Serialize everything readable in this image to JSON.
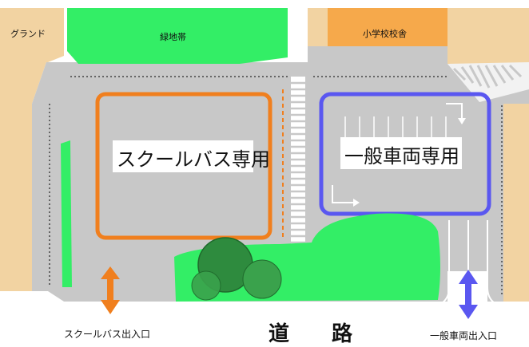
{
  "labels": {
    "ground": "グランド",
    "green_belt": "緑地帯",
    "school_building": "小学校校舎",
    "school_bus_only": "スクールバス専用",
    "general_vehicle_only": "一般車両専用",
    "school_bus_entrance": "スクールバス出入口",
    "road": "道 路",
    "general_vehicle_entrance": "一般車両出入口"
  },
  "colors": {
    "background": "#ffffff",
    "pavement": "#c8c8c8",
    "building_tan": "#f2d3a2",
    "green": "#33ee66",
    "orange": "#f07f1e",
    "school_orange": "#f6a94b",
    "blue": "#5a57f0",
    "tree": "#2e8b3e"
  }
}
